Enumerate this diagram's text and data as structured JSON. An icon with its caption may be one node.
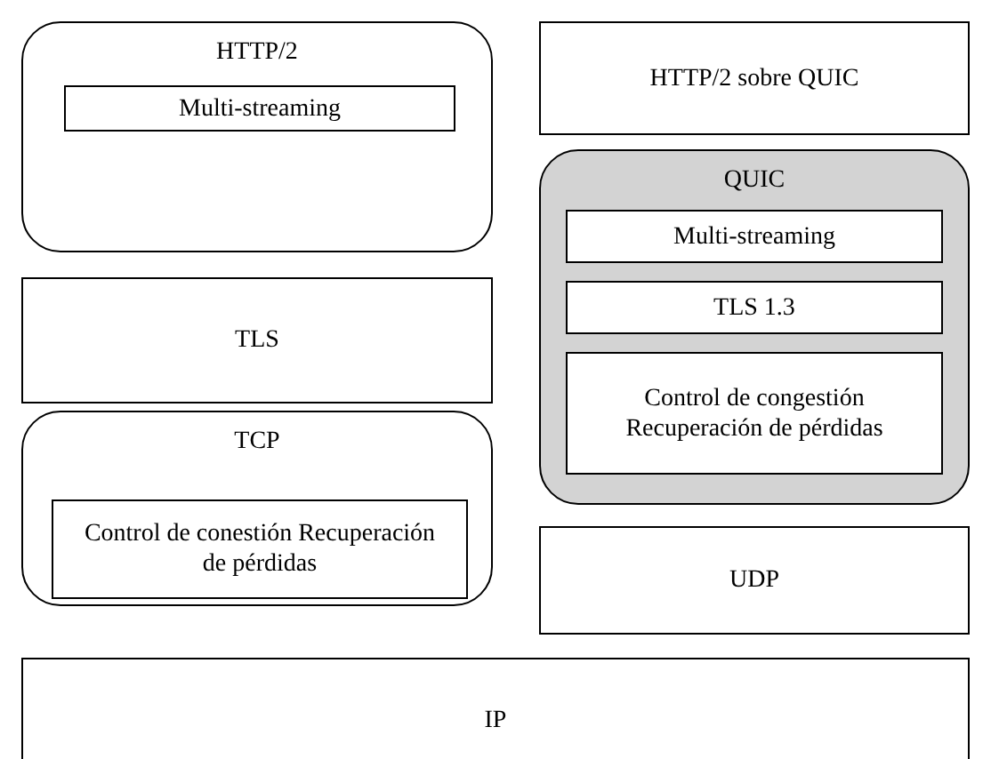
{
  "diagram": {
    "nodes": [
      {
        "text": [
          "HTTP/2"
        ]
      },
      {
        "text": [
          "Multi-streaming"
        ],
        "in": 0
      },
      {
        "text": [
          "TLS"
        ]
      },
      {
        "text": [
          "TCP"
        ]
      },
      {
        "text": [
          "Control de conestión Recuperación de pérdidas"
        ],
        "in": 3
      },
      {
        "text": [
          "HTTP/2 sobre QUIC"
        ]
      },
      {
        "text": [
          "QUIC"
        ]
      },
      {
        "text": [
          "Multi-streaming"
        ],
        "in": 6
      },
      {
        "text": [
          "TLS 1.3"
        ],
        "in": 6
      },
      {
        "text": [
          "Control de congestión Recuperación de pérdidas"
        ],
        "in": 6
      },
      {
        "text": [
          "UDP"
        ]
      },
      {
        "text": [
          "IP"
        ]
      }
    ],
    "edges": []
  }
}
